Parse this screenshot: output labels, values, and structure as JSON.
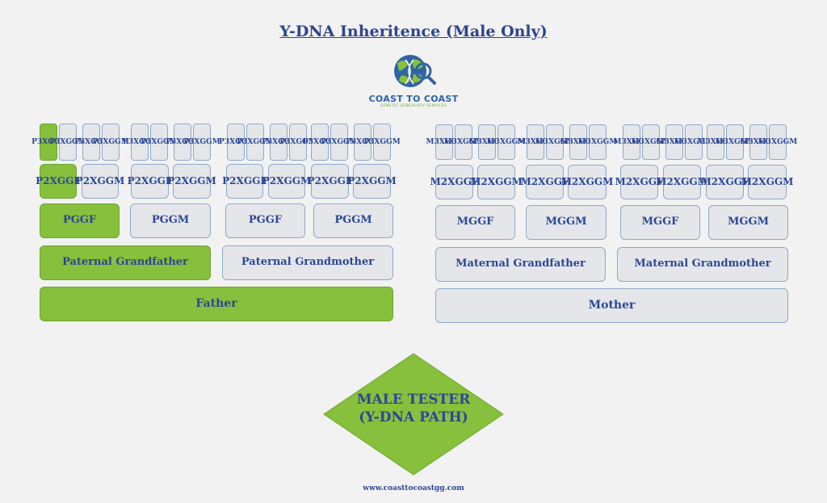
{
  "title": "Y-DNA Inheritence (Male Only)",
  "logo": {
    "name": "COAST TO COAST",
    "tagline": "GENETIC GENEALOGY SERVICES",
    "icon": "dna-magnifier-globe-icon"
  },
  "colors": {
    "green": "#86c03c",
    "grey": "#e4e6ea",
    "text": "#2c4796",
    "border": "#8fa8c8"
  },
  "paternal": {
    "gen3": [
      {
        "l1": "P3X",
        "l2": "GGF",
        "hl": true
      },
      {
        "l1": "P3X",
        "l2": "GGM",
        "hl": false
      },
      {
        "l1": "P3X",
        "l2": "GGF",
        "hl": false
      },
      {
        "l1": "P3X",
        "l2": "GGM",
        "hl": false
      },
      {
        "l1": "P3X",
        "l2": "GGF",
        "hl": false
      },
      {
        "l1": "P3X",
        "l2": "GGM",
        "hl": false
      },
      {
        "l1": "P3X",
        "l2": "GGF",
        "hl": false
      },
      {
        "l1": "P3X",
        "l2": "GGM",
        "hl": false
      },
      {
        "l1": "P3X",
        "l2": "GGF",
        "hl": false
      },
      {
        "l1": "P3X",
        "l2": "GGM",
        "hl": false
      },
      {
        "l1": "P3X",
        "l2": "GGF",
        "hl": false
      },
      {
        "l1": "P3X",
        "l2": "GGM",
        "hl": false
      },
      {
        "l1": "P3X",
        "l2": "GGF",
        "hl": false
      },
      {
        "l1": "P3X",
        "l2": "GGM",
        "hl": false
      },
      {
        "l1": "P3X",
        "l2": "GGF",
        "hl": false
      },
      {
        "l1": "P3X",
        "l2": "GGM",
        "hl": false
      }
    ],
    "gen2": [
      {
        "l1": "P2X",
        "l2": "GGF",
        "hl": true
      },
      {
        "l1": "P2X",
        "l2": "GGM",
        "hl": false
      },
      {
        "l1": "P2X",
        "l2": "GGF",
        "hl": false
      },
      {
        "l1": "P2X",
        "l2": "GGM",
        "hl": false
      },
      {
        "l1": "P2X",
        "l2": "GGF",
        "hl": false
      },
      {
        "l1": "P2X",
        "l2": "GGM",
        "hl": false
      },
      {
        "l1": "P2X",
        "l2": "GGF",
        "hl": false
      },
      {
        "l1": "P2X",
        "l2": "GGM",
        "hl": false
      }
    ],
    "gen1": [
      {
        "l": "PGGF",
        "hl": true
      },
      {
        "l": "PGGM",
        "hl": false
      },
      {
        "l": "PGGF",
        "hl": false
      },
      {
        "l": "PGGM",
        "hl": false
      }
    ],
    "grand": [
      {
        "l": "Paternal Grandfather",
        "hl": true
      },
      {
        "l": "Paternal Grandmother",
        "hl": false
      }
    ],
    "parent": {
      "l": "Father",
      "hl": true
    }
  },
  "maternal": {
    "gen3": [
      {
        "l1": "M3X",
        "l2": "GGF"
      },
      {
        "l1": "M3X",
        "l2": "GGM"
      },
      {
        "l1": "M3X",
        "l2": "GGF"
      },
      {
        "l1": "M3X",
        "l2": "GGM"
      },
      {
        "l1": "M3X",
        "l2": "GGF"
      },
      {
        "l1": "M3X",
        "l2": "GGM"
      },
      {
        "l1": "M3X",
        "l2": "GGF"
      },
      {
        "l1": "M3X",
        "l2": "GGM"
      },
      {
        "l1": "M3X",
        "l2": "GGF"
      },
      {
        "l1": "M3X",
        "l2": "GGM"
      },
      {
        "l1": "M3X",
        "l2": "GGF"
      },
      {
        "l1": "M3X",
        "l2": "GGM"
      },
      {
        "l1": "M3X",
        "l2": "GGF"
      },
      {
        "l1": "M3X",
        "l2": "GGM"
      },
      {
        "l1": "M3X",
        "l2": "GGF"
      },
      {
        "l1": "M3X",
        "l2": "GGM"
      }
    ],
    "gen2": [
      {
        "l1": "M2X",
        "l2": "GGF"
      },
      {
        "l1": "M2X",
        "l2": "GGM"
      },
      {
        "l1": "M2X",
        "l2": "GGF"
      },
      {
        "l1": "M2X",
        "l2": "GGM"
      },
      {
        "l1": "M2X",
        "l2": "GGF"
      },
      {
        "l1": "M2X",
        "l2": "GGM"
      },
      {
        "l1": "M2X",
        "l2": "GGF"
      },
      {
        "l1": "M2X",
        "l2": "GGM"
      }
    ],
    "gen1": [
      {
        "l": "MGGF"
      },
      {
        "l": "MGGM"
      },
      {
        "l": "MGGF"
      },
      {
        "l": "MGGM"
      }
    ],
    "grand": [
      {
        "l": "Maternal Grandfather"
      },
      {
        "l": "Maternal Grandmother"
      }
    ],
    "parent": {
      "l": "Mother"
    }
  },
  "tester": {
    "line1": "MALE TESTER",
    "line2": "(Y-DNA PATH)"
  },
  "footer": "www.coasttocoastgg.com"
}
